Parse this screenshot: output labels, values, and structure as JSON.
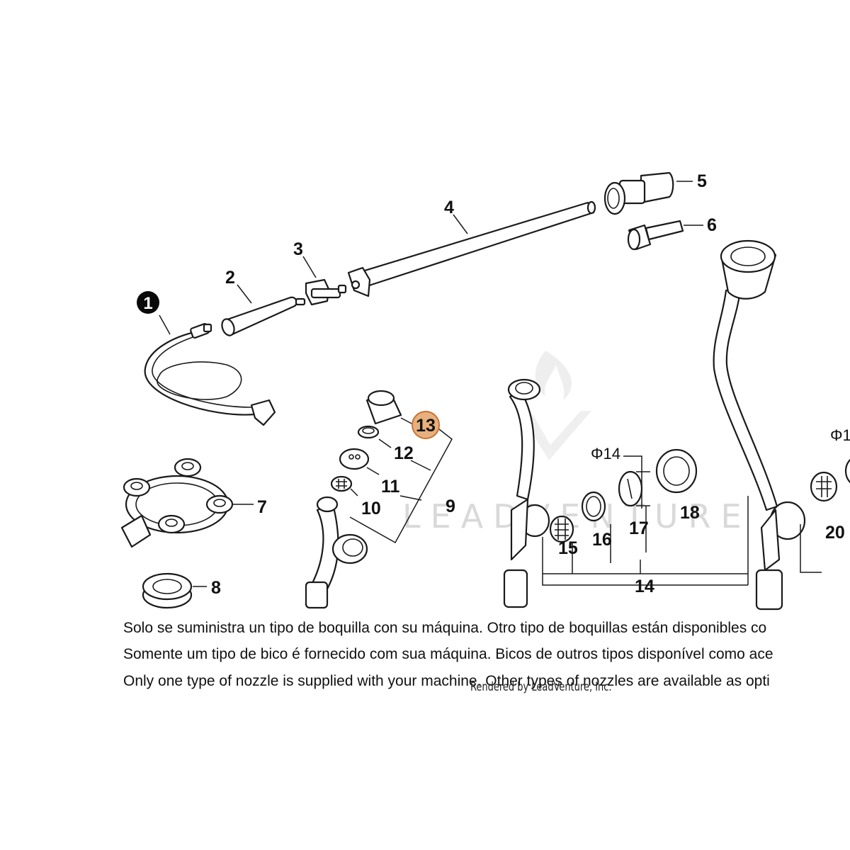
{
  "diagram": {
    "callouts": [
      {
        "id": "1",
        "label": "1",
        "style": "filled-black"
      },
      {
        "id": "2",
        "label": "2"
      },
      {
        "id": "3",
        "label": "3"
      },
      {
        "id": "4",
        "label": "4"
      },
      {
        "id": "5",
        "label": "5"
      },
      {
        "id": "6",
        "label": "6"
      },
      {
        "id": "7",
        "label": "7"
      },
      {
        "id": "8",
        "label": "8"
      },
      {
        "id": "9",
        "label": "9"
      },
      {
        "id": "10",
        "label": "10"
      },
      {
        "id": "11",
        "label": "11"
      },
      {
        "id": "12",
        "label": "12"
      },
      {
        "id": "13",
        "label": "13",
        "style": "highlighted",
        "highlight_color": "#e8b07e",
        "highlight_border": "#c87331"
      },
      {
        "id": "14",
        "label": "14"
      },
      {
        "id": "15",
        "label": "15"
      },
      {
        "id": "16",
        "label": "16"
      },
      {
        "id": "17",
        "label": "17"
      },
      {
        "id": "18",
        "label": "18"
      },
      {
        "id": "20",
        "label": "20"
      }
    ],
    "dimension_labels": [
      "Φ14",
      "Φ1"
    ],
    "watermark_text": "LEADVENTURE"
  },
  "notes": {
    "spanish": "Solo se suministra un tipo de boquilla con su máquina. Otro tipo de boquillas están disponibles co",
    "portuguese": "Somente um tipo de bico é fornecido com sua máquina. Bicos de outros tipos disponível como ace",
    "english": "Only one type of nozzle is supplied with your machine. Other types of nozzles are available as opti"
  },
  "render_credit": "Rendered by LeadVenture, Inc."
}
